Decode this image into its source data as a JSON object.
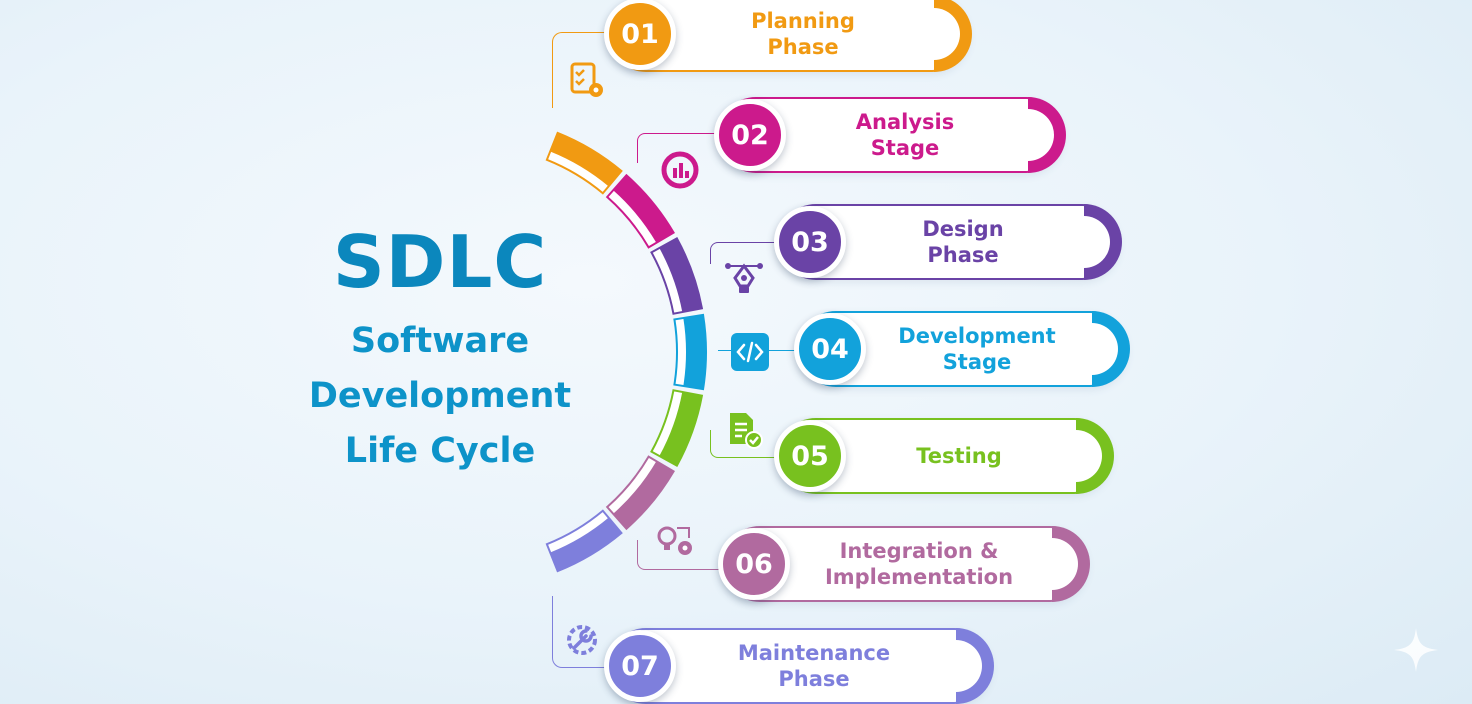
{
  "title": {
    "acronym": "SDLC",
    "line1": "Software",
    "line2": "Development",
    "line3": "Life Cycle"
  },
  "steps": [
    {
      "number": "01",
      "label": "Planning\nPhase",
      "color": "#f19a12",
      "icon": "checklist-icon"
    },
    {
      "number": "02",
      "label": "Analysis\nStage",
      "color": "#cc1a8c",
      "icon": "analytics-chart-icon"
    },
    {
      "number": "03",
      "label": "Design\nPhase",
      "color": "#6a43a6",
      "icon": "pen-tool-icon"
    },
    {
      "number": "04",
      "label": "Development\nStage",
      "color": "#12a2db",
      "icon": "code-icon"
    },
    {
      "number": "05",
      "label": "Testing",
      "color": "#78c11f",
      "icon": "test-document-icon"
    },
    {
      "number": "06",
      "label": "Integration &\nImplementation",
      "color": "#b16a9f",
      "icon": "integration-gear-icon"
    },
    {
      "number": "07",
      "label": "Maintenance\nPhase",
      "color": "#7e7fdc",
      "icon": "maintenance-wrench-icon"
    }
  ]
}
